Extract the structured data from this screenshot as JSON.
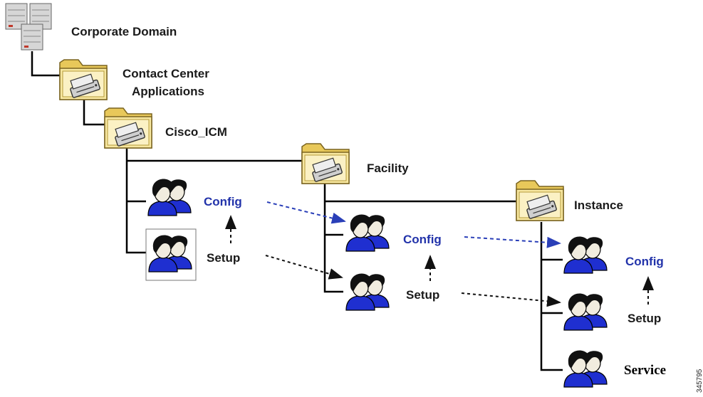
{
  "nodes": {
    "corporate": "Corporate Domain",
    "contact_center_line1": "Contact Center",
    "contact_center_line2": "Applications",
    "cisco_icm": "Cisco_ICM",
    "facility": "Facility",
    "instance": "Instance"
  },
  "groups": {
    "icm": {
      "config": "Config",
      "setup": "Setup"
    },
    "facility": {
      "config": "Config",
      "setup": "Setup"
    },
    "instance": {
      "config": "Config",
      "setup": "Setup",
      "service": "Service"
    }
  },
  "figure_id": "345795",
  "colors": {
    "config_blue": "#2233aa",
    "folder_yellow": "#f2e08a",
    "user_blue": "#1f2fd0"
  }
}
